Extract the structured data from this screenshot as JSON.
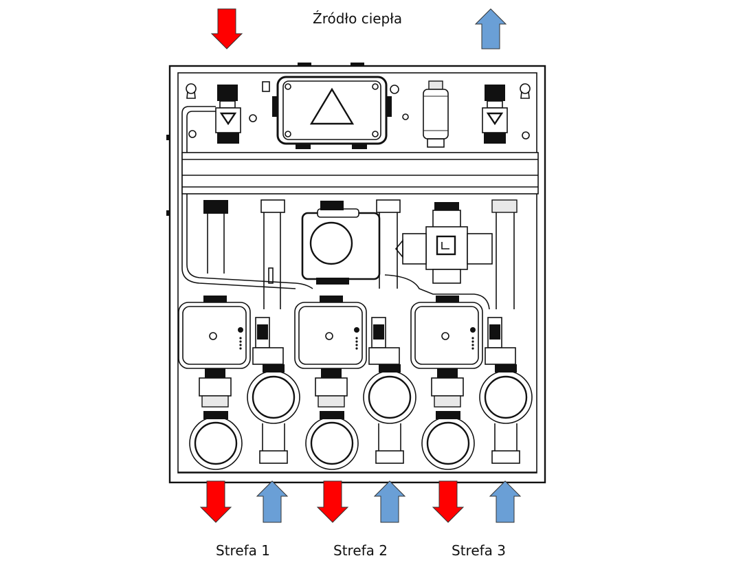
{
  "labels": {
    "heat_source": "Źródło ciepła",
    "zone_1": "Strefa 1",
    "zone_2": "Strefa 2",
    "zone_3": "Strefa 3"
  },
  "arrows": {
    "supply_color": "#ff0000",
    "return_color": "#6a9fd6",
    "heat_source": [
      {
        "flow": "supply",
        "direction": "down"
      },
      {
        "flow": "return",
        "direction": "up"
      }
    ],
    "zones": [
      {
        "zone": "zone_1",
        "supply": "down",
        "return": "up"
      },
      {
        "zone": "zone_2",
        "supply": "down",
        "return": "up"
      },
      {
        "zone": "zone_3",
        "supply": "down",
        "return": "up"
      }
    ]
  }
}
